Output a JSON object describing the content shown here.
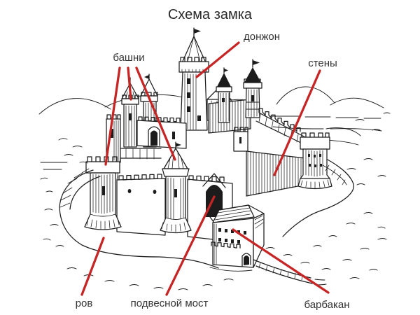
{
  "title": "Схема замка",
  "labels": {
    "towers": "башни",
    "keep": "донжон",
    "walls": "стены",
    "moat": "ров",
    "drawbridge": "подвесной мост",
    "barbican": "барбакан"
  },
  "colors": {
    "annotation_red": "#c62525",
    "ink": "#1c1c1c",
    "title_text": "#2b2b2b",
    "label_text": "#333333",
    "background": "#ffffff"
  }
}
